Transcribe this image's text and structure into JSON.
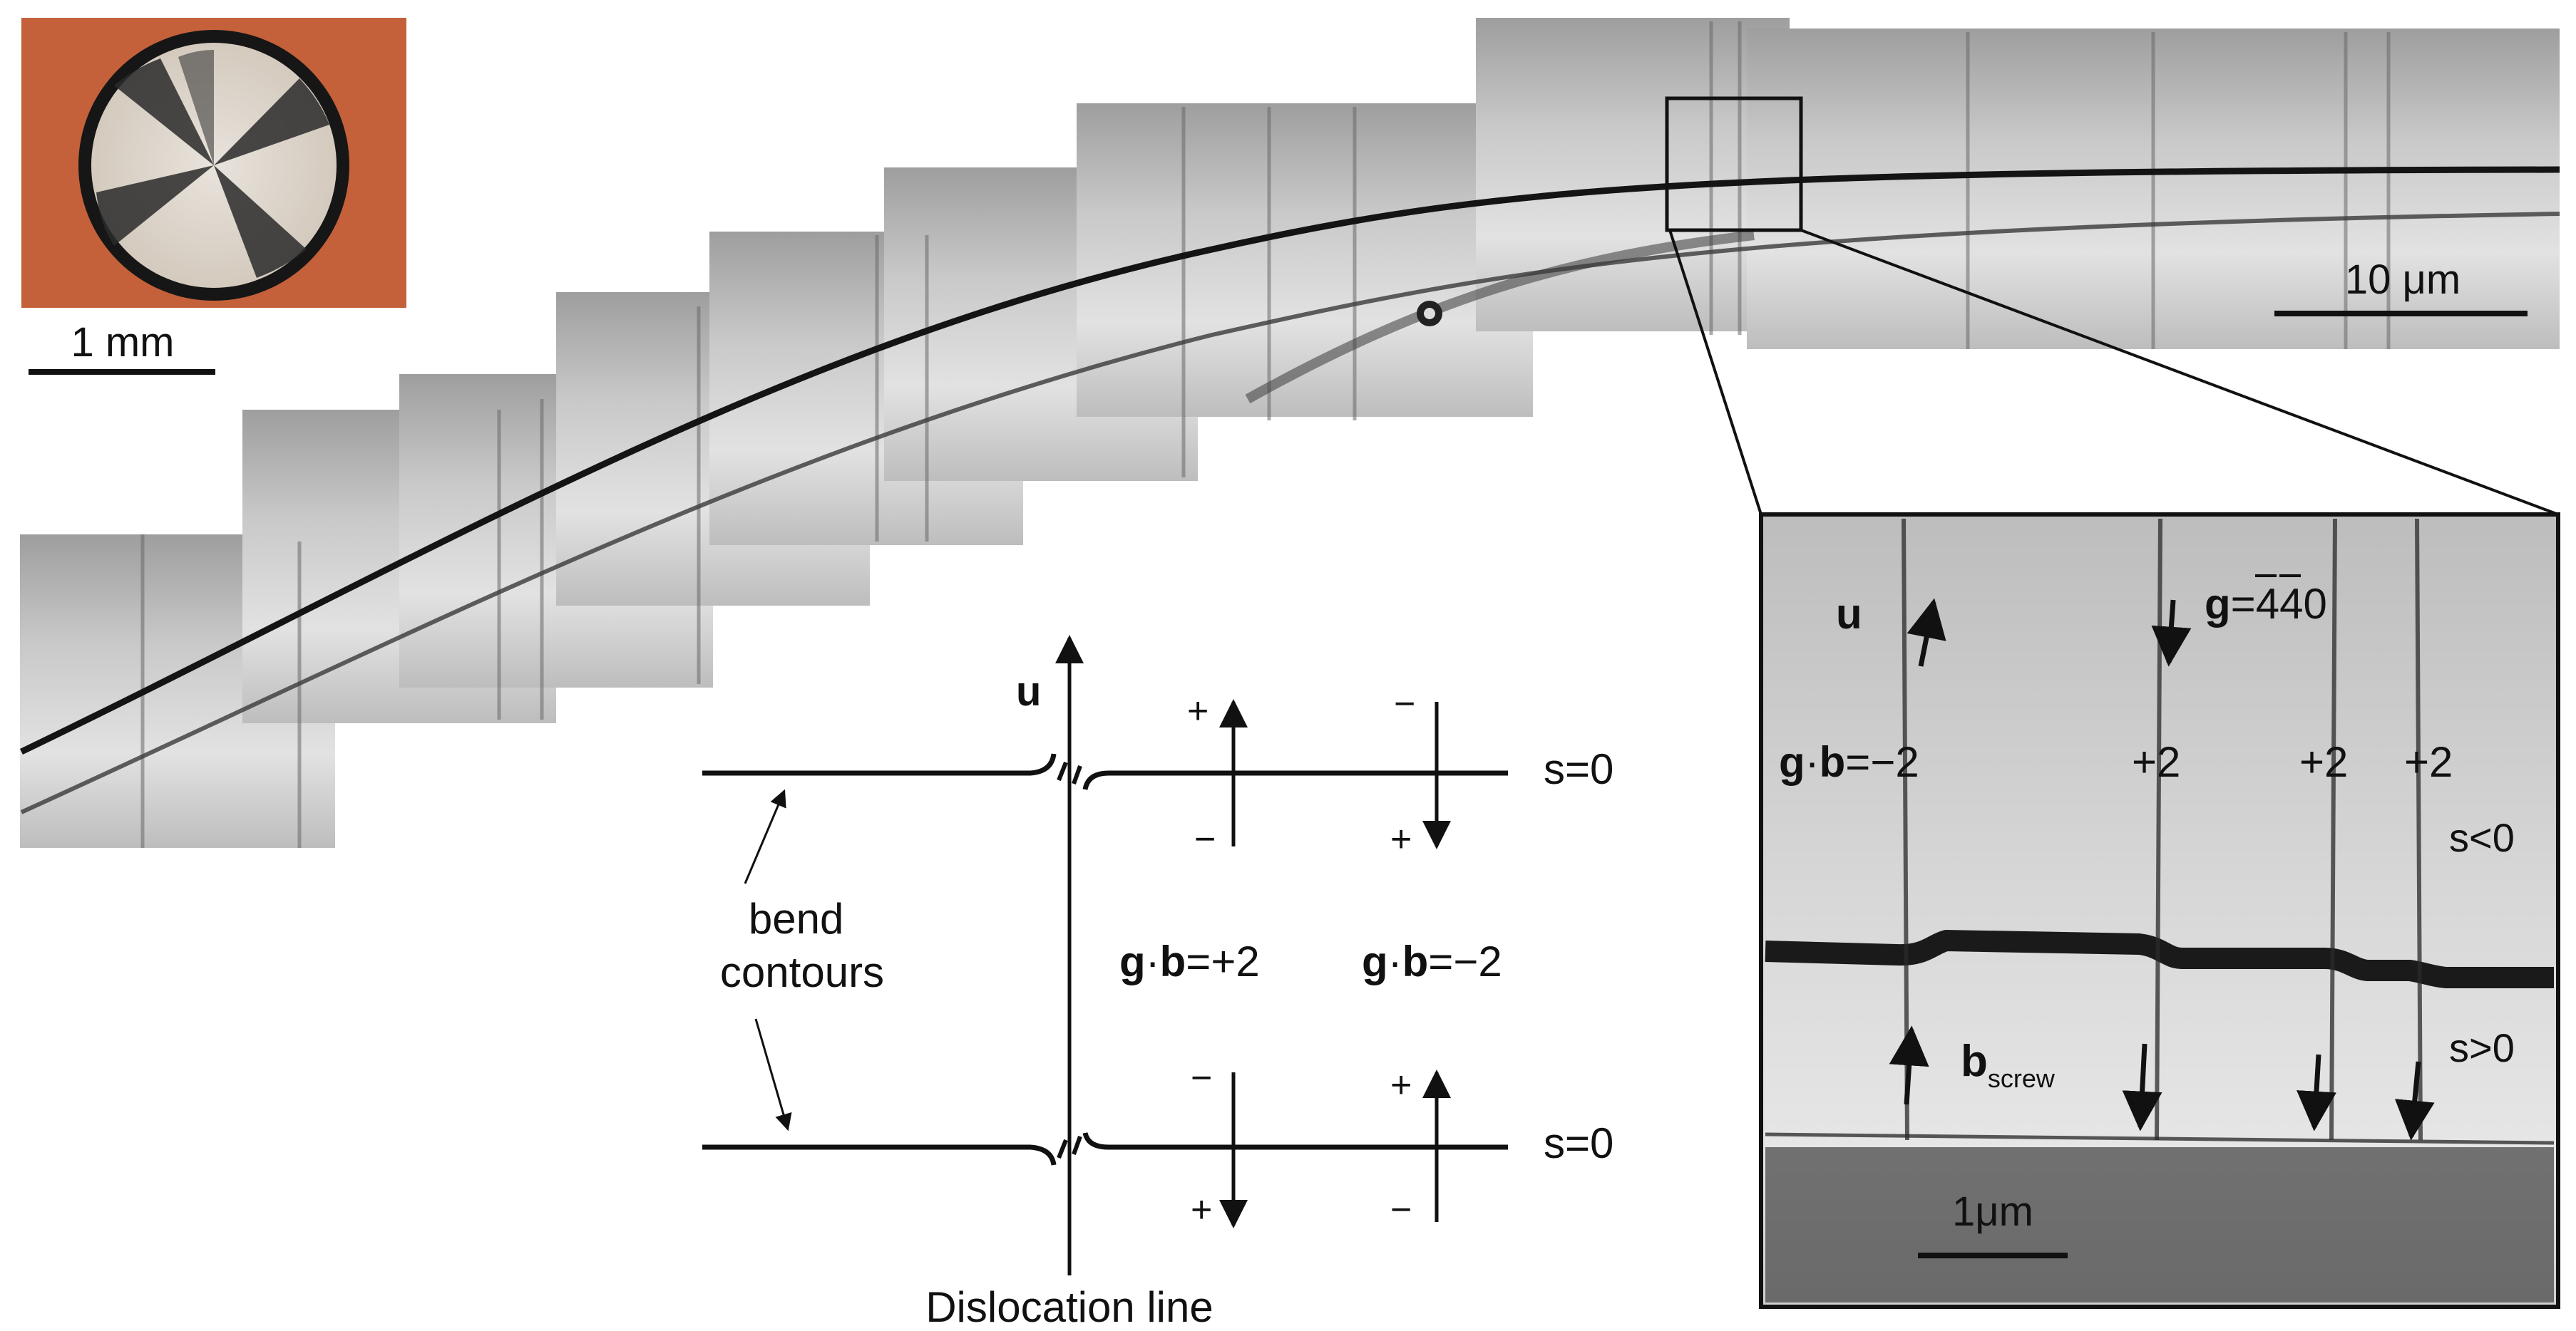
{
  "inset": {
    "scale_label": "1 mm"
  },
  "mosaic": {
    "scale_label": "10 μm"
  },
  "schematic": {
    "u_label": "u",
    "s_top": "s=0",
    "s_bottom": "s=0",
    "bend_contours_line1": "bend",
    "bend_contours_line2": "contours",
    "gb_left_g": "g",
    "gb_left_b": "b",
    "gb_left_value": "=+2",
    "gb_right_g": "g",
    "gb_right_b": "b",
    "gb_right_value": "=−2",
    "sign_plus": "+",
    "sign_minus": "−",
    "dislocation_line": "Dislocation line"
  },
  "zoom_inset": {
    "u_label": "u",
    "g_label": "g",
    "g_value_prefix": "=",
    "g_value_digit1": "4",
    "g_value_digit2": "4",
    "g_value_suffix": "0",
    "gb_g": "g",
    "gb_b": "b",
    "gb_value": "=−2",
    "plus2_a": "+2",
    "plus2_b": "+2",
    "plus2_c": "+2",
    "s_neg": "s<0",
    "s_pos": "s>0",
    "b_label": "b",
    "b_sub": "screw",
    "scale_label": "1μm"
  },
  "colors": {
    "inset_bg": "#c4613a",
    "micrograph_light": "#d9d9d9",
    "micrograph_dark": "#1a1a1a",
    "ink": "#111111"
  }
}
